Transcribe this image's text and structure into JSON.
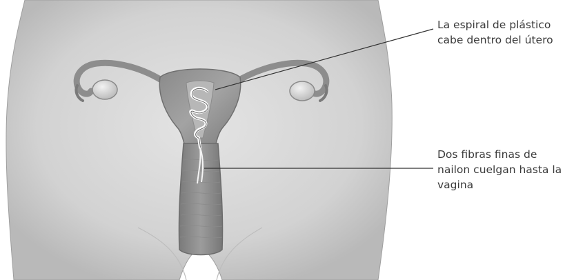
{
  "annotations": {
    "iud_coil": {
      "lines": [
        "La espiral de plástico",
        "cabe dentro del útero"
      ]
    },
    "nylon_strings": {
      "lines": [
        "Dos fibras finas de",
        "nailon cuelgan hasta la",
        "vagina"
      ]
    }
  },
  "colors": {
    "background": "#ffffff",
    "skin": "#d6d6d6",
    "uterus": "#9a9a9a",
    "ovary": "#cfcfcf",
    "iud": "#ffffff",
    "leader_line": "#333333",
    "text": "#3a3a3a"
  }
}
